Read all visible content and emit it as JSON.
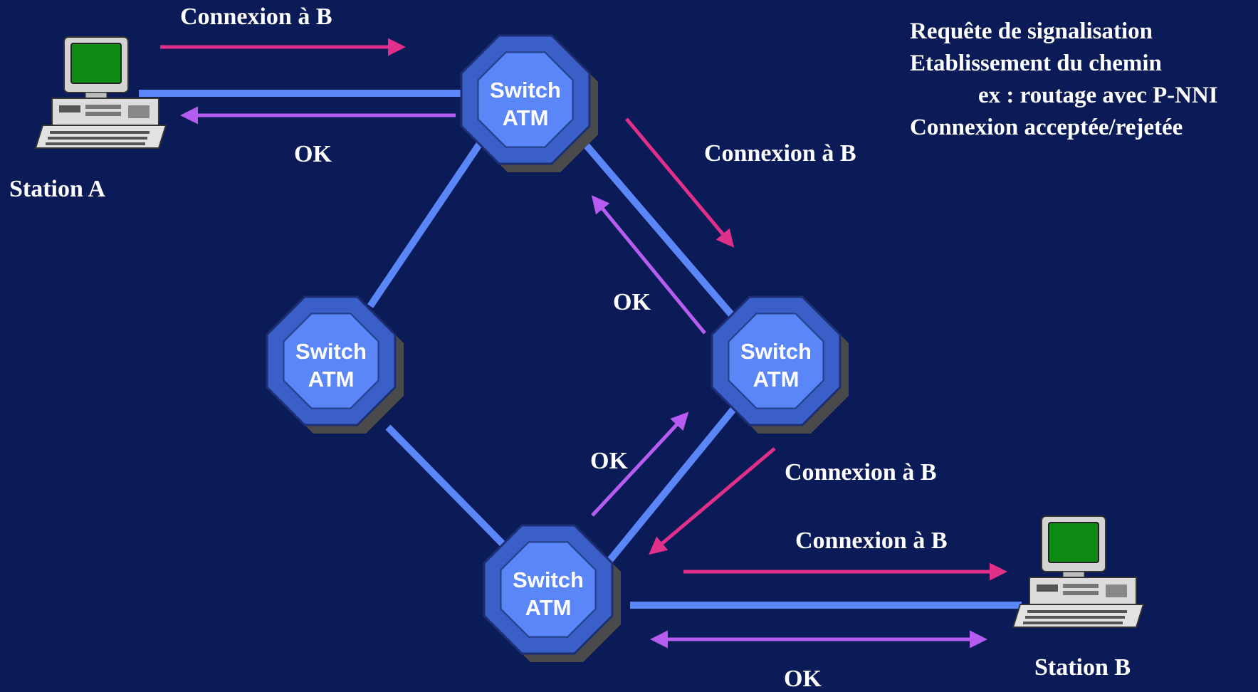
{
  "notes": [
    "Requête de signalisation",
    "Etablissement du chemin",
    "ex : routage avec P-NNI",
    "Connexion acceptée/rejetée"
  ],
  "stations": {
    "a": "Station A",
    "b": "Station B"
  },
  "switch_label": {
    "line1": "Switch",
    "line2": "ATM"
  },
  "messages": {
    "request": "Connexion à B",
    "ok": "OK"
  },
  "colors": {
    "background": "#0b1b57",
    "link": "#5b86f7",
    "request_arrow": "#e0308a",
    "ok_arrow": "#b65cf0",
    "switch_fill": "#5b86f7",
    "switch_rim": "#3a5fc8",
    "screen": "#0c8a12"
  }
}
